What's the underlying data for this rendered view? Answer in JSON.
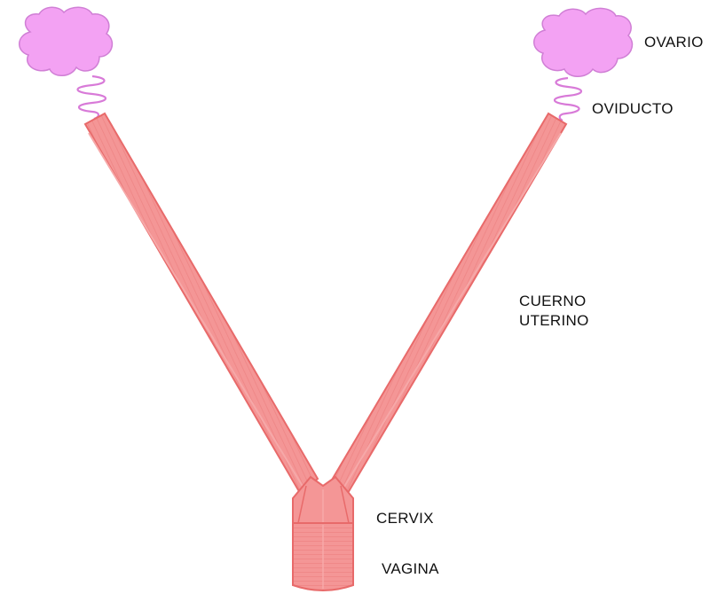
{
  "labels": {
    "ovary": "OVARIO",
    "oviduct": "OVIDUCTO",
    "horn_line1": "CUERNO",
    "horn_line2": "UTERINO",
    "cervix": "CERVIX",
    "vagina": "VAGINA"
  },
  "colors": {
    "ovary_fill": "#f3a2f3",
    "ovary_stroke": "#d07fd5",
    "oviduct_coil": "#d87ad8",
    "uterus_fill": "#f49696",
    "uterus_stroke": "#e86a6a",
    "uterus_stripe": "#ef8282",
    "label_text": "#111111"
  }
}
